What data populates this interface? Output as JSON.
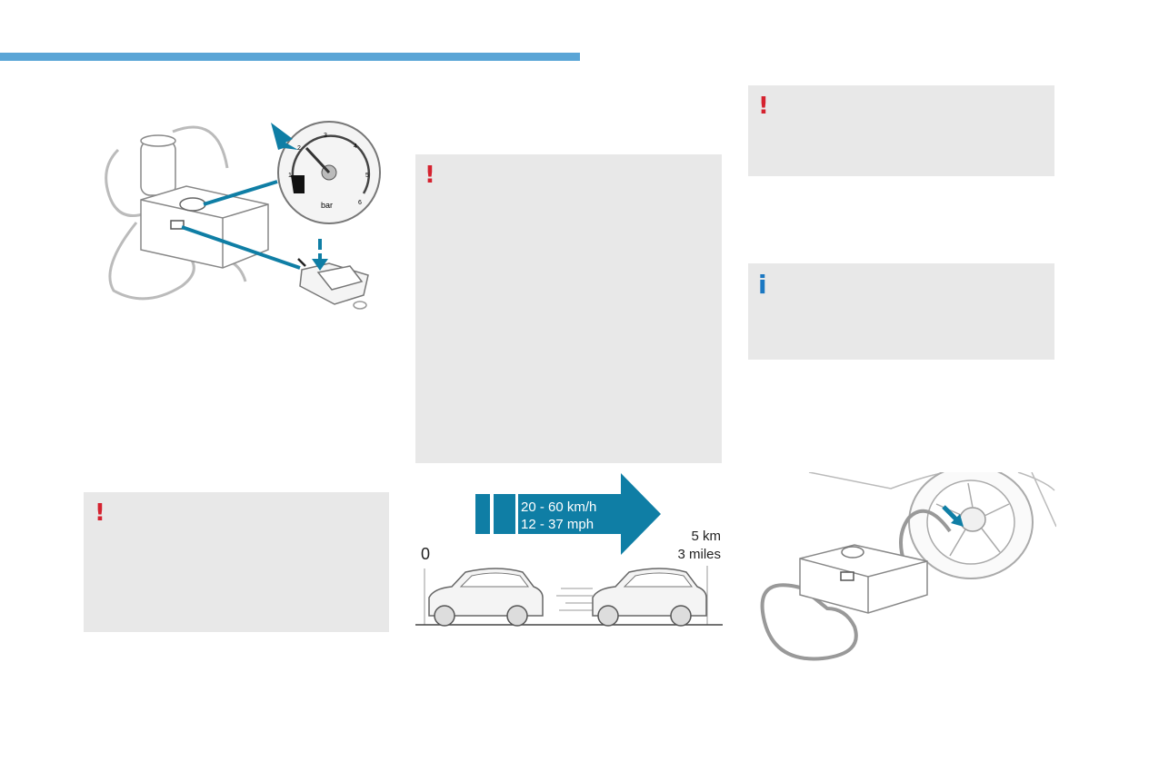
{
  "header": {
    "accent_color": "#5aa5d6"
  },
  "notes": {
    "warning_left_icon": "!",
    "warning_middle_icon": "!",
    "warning_right_icon": "!",
    "info_right_icon": "i",
    "warning_color": "#d5222f",
    "info_color": "#1b78c2",
    "box_color": "#e8e8e8"
  },
  "gauge": {
    "unit": "bar",
    "ticks": [
      "1",
      "2",
      "3",
      "4",
      "5",
      "6"
    ]
  },
  "driving": {
    "speed_kmh": "20 - 60 km/h",
    "speed_mph": "12 - 37 mph",
    "start_label": "0",
    "distance_km": "5 km",
    "distance_miles": "3 miles",
    "arrow_color": "#0f7ea5"
  }
}
